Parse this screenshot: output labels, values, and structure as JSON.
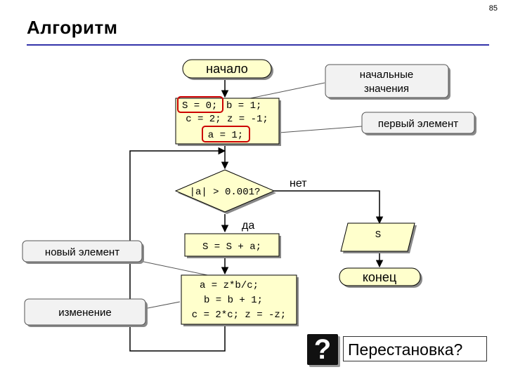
{
  "page_number": "85",
  "title": "Алгоритм",
  "flowchart": {
    "start_label": "начало",
    "init_line1_part_a": "S = 0;",
    "init_line1_part_b": "b = 1;",
    "init_line2": "c = 2; z = -1;",
    "init_line3": "a = 1;",
    "condition": "|a| > 0.001?",
    "yes_label": "да",
    "no_label": "нет",
    "sum_step": "S = S + a;",
    "update_line1": "a = z*b/c;",
    "update_line2": "b = b + 1;",
    "update_line3": "c = 2*c; z = -z;",
    "output": "S",
    "end_label": "конец"
  },
  "callouts": {
    "initial_values_line1": "начальные",
    "initial_values_line2": "значения",
    "first_element": "первый элемент",
    "new_element": "новый элемент",
    "change": "изменение"
  },
  "question": {
    "mark": "?",
    "text": "Перестановка?"
  },
  "colors": {
    "node_fill": "#ffffcc",
    "callout_fill": "#f2f2f2",
    "highlight": "#cc0000",
    "title_rule": "#3333aa"
  }
}
